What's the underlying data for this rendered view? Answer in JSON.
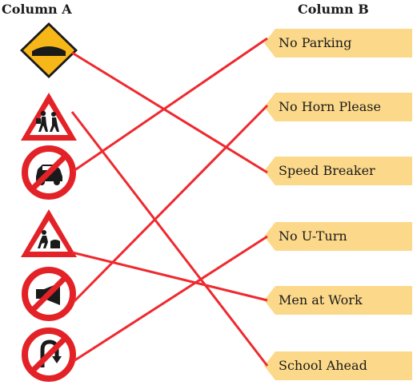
{
  "column_a": {
    "header": "Column A"
  },
  "column_b": {
    "header": "Column B",
    "labels": [
      "No Parking",
      "No Horn Please",
      "Speed Breaker",
      "No U-Turn",
      "Men at Work",
      "School Ahead"
    ]
  },
  "signs": [
    {
      "icon": "speed-breaker-sign-icon"
    },
    {
      "icon": "school-ahead-sign-icon"
    },
    {
      "icon": "no-parking-sign-icon"
    },
    {
      "icon": "men-at-work-sign-icon"
    },
    {
      "icon": "no-horn-sign-icon"
    },
    {
      "icon": "no-u-turn-sign-icon"
    }
  ],
  "matches": [
    {
      "sign": 0,
      "label": 2
    },
    {
      "sign": 1,
      "label": 5
    },
    {
      "sign": 2,
      "label": 0
    },
    {
      "sign": 3,
      "label": 4
    },
    {
      "sign": 4,
      "label": 1
    },
    {
      "sign": 5,
      "label": 3
    }
  ],
  "colors": {
    "line": "#ee2a2f",
    "sign_red": "#e32228",
    "speed_sign_yellow": "#f7b719",
    "label_fill": "#fcd98a"
  }
}
